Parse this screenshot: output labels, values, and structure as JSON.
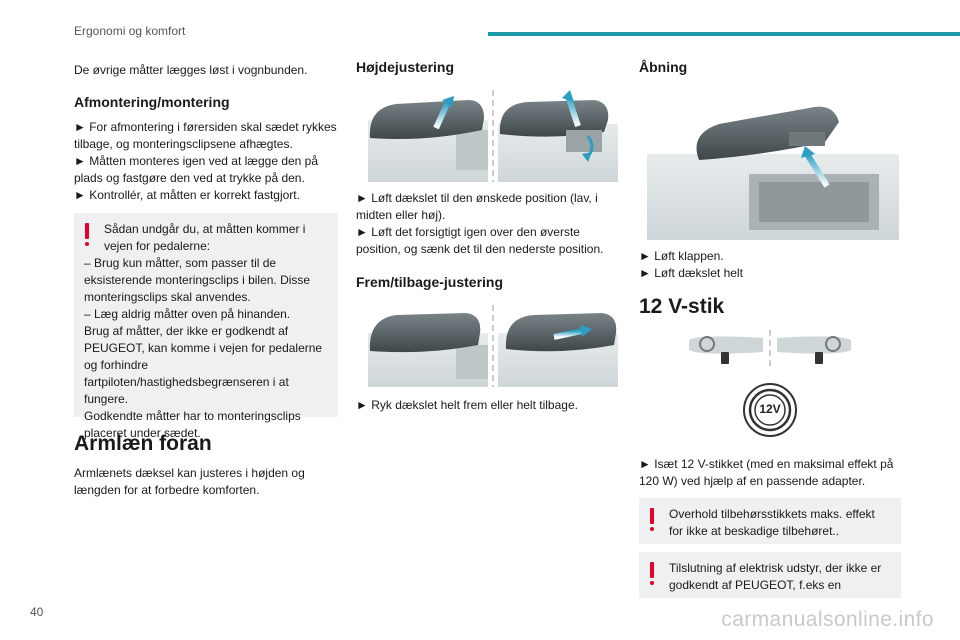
{
  "header": {
    "title": "Ergonomi og komfort"
  },
  "footer": {
    "page_number": "40",
    "watermark": "carmanualsonline.info"
  },
  "col1": {
    "intro": "De øvrige måtter lægges løst i vognbunden.",
    "h_montering": "Afmontering/montering",
    "step1": "► For afmontering i førersiden skal sædet rykkes tilbage, og monteringsclipsene afhægtes.",
    "step2": "► Måtten monteres igen ved at lægge den på plads og fastgøre den ved at trykke på den.",
    "step3": "► Kontrollér, at måtten er korrekt fastgjort.",
    "warning_lines": [
      "Sådan undgår du, at måtten kommer i vejen for pedalerne:",
      "– Brug kun måtter, som passer til de eksisterende monteringsclips i bilen. Disse monteringsclips skal anvendes.",
      "– Læg aldrig måtter oven på hinanden.",
      "Brug af måtter, der ikke er godkendt af PEUGEOT, kan komme i vejen for pedalerne og forhindre fartpiloten/hastighedsbegrænseren i at fungere.",
      "Godkendte måtter har to monteringsclips placeret under sædet."
    ],
    "h_armlaen": "Armlæn foran",
    "armlaen_text": "Armlænets dæksel kan justeres i højden og længden for at forbedre komforten."
  },
  "col2": {
    "h_hoejde": "Højdejustering",
    "hoejde_step1": "► Løft dækslet til den ønskede position (lav, i midten eller høj).",
    "hoejde_step2": "► Løft det forsigtigt igen over den øverste position, og sænk det til den nederste position.",
    "h_frem": "Frem/tilbage-justering",
    "frem_step": "► Ryk dækslet helt frem eller helt tilbage."
  },
  "col3": {
    "h_aabning": "Åbning",
    "aabning_step1": "► Løft klappen.",
    "aabning_step2": "► Løft dækslet helt",
    "h_12v": "12 V-stik",
    "socket_label": "12V",
    "stik_step": "► Isæt 12 V-stikket (med en maksimal effekt på 120 W) ved hjælp af en passende adapter.",
    "warning1": "Overhold tilbehørsstikkets maks. effekt for ikke at beskadige tilbehøret..",
    "warning2": "Tilslutning af elektrisk udstyr, der ikke er godkendt af PEUGEOT, f.eks en"
  },
  "colors": {
    "accent": "#1a9aa6",
    "warning": "#e4002b",
    "warning_bg": "#eef0f1"
  },
  "icons": [
    "warning-icon",
    "arrow-icon",
    "steering-wheel-icon",
    "socket-icon"
  ]
}
